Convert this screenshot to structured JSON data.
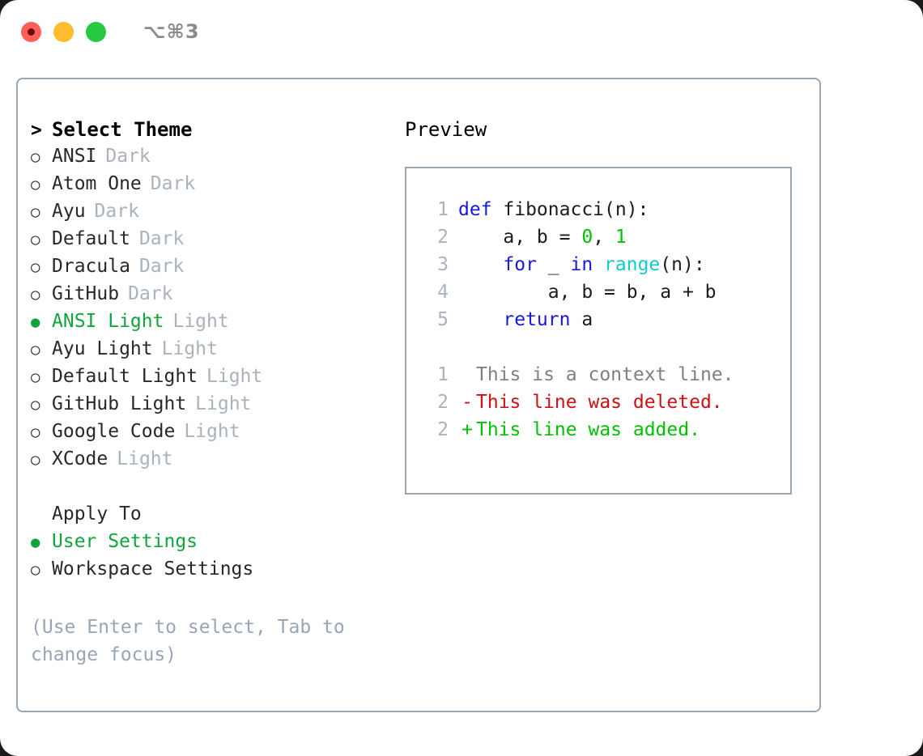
{
  "window": {
    "traffic_lights": [
      "close",
      "minimize",
      "maximize"
    ],
    "title": "⌥⌘3"
  },
  "colors": {
    "selected_green": "#10a53c",
    "muted": "#a9b2bd",
    "border": "#9aa5b4",
    "keyword_blue": "#1818e0",
    "number_green": "#00c000",
    "builtin_cyan": "#12cbcb",
    "diff_delete_red": "#cc1111",
    "diff_add_green": "#00c000"
  },
  "theme_picker": {
    "header_marker": ">",
    "header": "Select Theme",
    "marker_selected": "●",
    "marker_unselected": "○",
    "items": [
      {
        "name": "ANSI",
        "category": "Dark",
        "selected": false
      },
      {
        "name": "Atom One",
        "category": "Dark",
        "selected": false
      },
      {
        "name": "Ayu",
        "category": "Dark",
        "selected": false
      },
      {
        "name": "Default",
        "category": "Dark",
        "selected": false
      },
      {
        "name": "Dracula",
        "category": "Dark",
        "selected": false
      },
      {
        "name": "GitHub",
        "category": "Dark",
        "selected": false
      },
      {
        "name": "ANSI Light",
        "category": "Light",
        "selected": true
      },
      {
        "name": "Ayu Light",
        "category": "Light",
        "selected": false
      },
      {
        "name": "Default Light",
        "category": "Light",
        "selected": false
      },
      {
        "name": "GitHub Light",
        "category": "Light",
        "selected": false
      },
      {
        "name": "Google Code",
        "category": "Light",
        "selected": false
      },
      {
        "name": "XCode",
        "category": "Light",
        "selected": false
      }
    ]
  },
  "apply_to": {
    "header": "Apply To",
    "items": [
      {
        "name": "User Settings",
        "selected": true
      },
      {
        "name": "Workspace Settings",
        "selected": false
      }
    ]
  },
  "hint": "(Use Enter to select, Tab to change focus)",
  "preview": {
    "title": "Preview",
    "code": [
      {
        "no": "1",
        "tokens": [
          {
            "t": "def ",
            "c": "kw"
          },
          {
            "t": "fibonacci(n):",
            "c": "id"
          }
        ]
      },
      {
        "no": "2",
        "tokens": [
          {
            "t": "    a, b = ",
            "c": "id"
          },
          {
            "t": "0",
            "c": "num"
          },
          {
            "t": ", ",
            "c": "id"
          },
          {
            "t": "1",
            "c": "num"
          }
        ]
      },
      {
        "no": "3",
        "tokens": [
          {
            "t": "    ",
            "c": "id"
          },
          {
            "t": "for",
            "c": "kw"
          },
          {
            "t": " _ ",
            "c": "id"
          },
          {
            "t": "in",
            "c": "kw"
          },
          {
            "t": " ",
            "c": "id"
          },
          {
            "t": "range",
            "c": "bi"
          },
          {
            "t": "(n):",
            "c": "id"
          }
        ]
      },
      {
        "no": "4",
        "tokens": [
          {
            "t": "        a, b = b, a + b",
            "c": "id"
          }
        ]
      },
      {
        "no": "5",
        "tokens": [
          {
            "t": "    ",
            "c": "id"
          },
          {
            "t": "return",
            "c": "kw"
          },
          {
            "t": " a",
            "c": "id"
          }
        ]
      }
    ],
    "diff": [
      {
        "no": "1",
        "sign": " ",
        "text": "This is a context line.",
        "kind": "ctx"
      },
      {
        "no": "2",
        "sign": "-",
        "text": "This line was deleted.",
        "kind": "del"
      },
      {
        "no": "2",
        "sign": "+",
        "text": "This line was added.",
        "kind": "add"
      }
    ]
  }
}
